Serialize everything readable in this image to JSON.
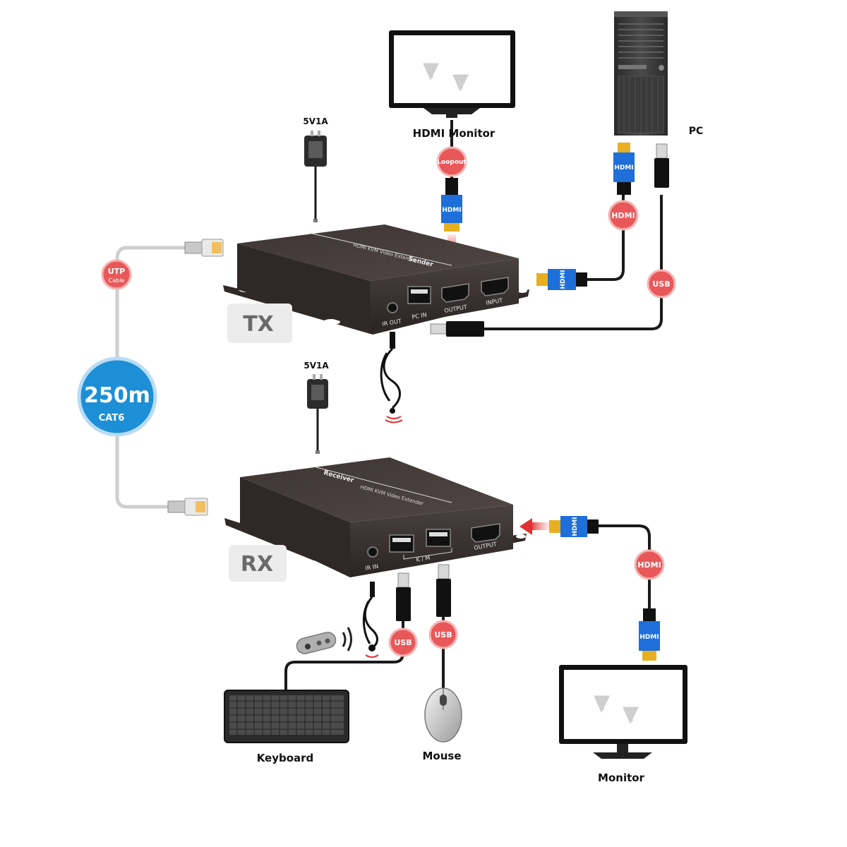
{
  "labels": {
    "psu_tx": "5V1A",
    "psu_rx": "5V1A",
    "hdmi_monitor": "HDMI Monitor",
    "pc": "PC",
    "keyboard": "Keyboard",
    "mouse": "Mouse",
    "monitor": "Monitor",
    "tx": "TX",
    "rx": "RX"
  },
  "distance_badge": {
    "value": "250m",
    "cable": "CAT6"
  },
  "badges": {
    "utp_line1": "UTP",
    "utp_line2": "Cable",
    "loopout": "Loopout",
    "hdmi_pc": "HDMI",
    "usb_pc": "USB",
    "hdmi_rx": "HDMI",
    "usb_kb": "USB",
    "usb_mouse": "USB"
  },
  "connector_labels": {
    "hdmi_loop": "HDMI",
    "hdmi_pc_top": "HDMI",
    "hdmi_tx_in": "HDMI",
    "hdmi_rx_out": "HDMI",
    "hdmi_monitor_plug": "HDMI"
  },
  "device_tx": {
    "top_text": "Sender",
    "top_subtext": "HDMI KVM Video Extender",
    "ports": {
      "ir_out": "IR OUT",
      "pc_in": "PC IN",
      "output": "OUTPUT",
      "input": "INPUT"
    }
  },
  "device_rx": {
    "top_text": "Receiver",
    "top_subtext": "HDMI KVM Video Extender",
    "ports": {
      "ir_in": "IR IN",
      "km": "K / M",
      "output": "OUTPUT"
    }
  },
  "colors": {
    "badge_red": "#e8585a",
    "distance_blue": "#1d8fd6",
    "hdmi_blue": "#1e6fd9",
    "gold": "#e8b020",
    "device_body": "#3a3330",
    "cable_gray": "#cfcfcf",
    "arrow_red": "#e03030"
  }
}
